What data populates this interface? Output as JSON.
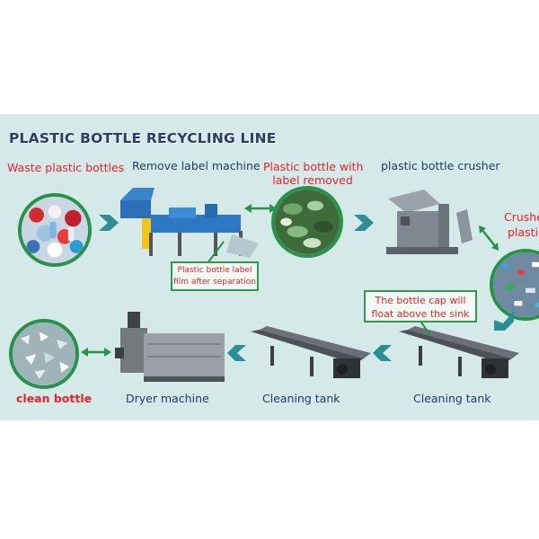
{
  "title": "PLASTIC BOTTLE RECYCLING LINE",
  "steps": {
    "waste": "Waste plastic bottles",
    "remove_label": "Remove label machine",
    "removed_line1": "Plastic bottle with",
    "removed_line2": "label removed",
    "crusher": "plastic bottle crusher",
    "crushed_line1": "Crushe",
    "crushed_line2": "plastic",
    "clean": "clean bottle",
    "dryer": "Dryer machine",
    "tank1": "Cleaning tank",
    "tank2": "Cleaning tank"
  },
  "callouts": {
    "film_line1": "Plastic bottle label",
    "film_line2": "film after separation",
    "cap_line1": "The bottle cap will",
    "cap_line2": "float above the sink"
  },
  "colors": {
    "panel": "#d4e9e8",
    "accent_red": "#e8232a",
    "label_blue": "#213c66",
    "ring_green": "#27924a",
    "arrow_teal": "#2c8e96"
  }
}
